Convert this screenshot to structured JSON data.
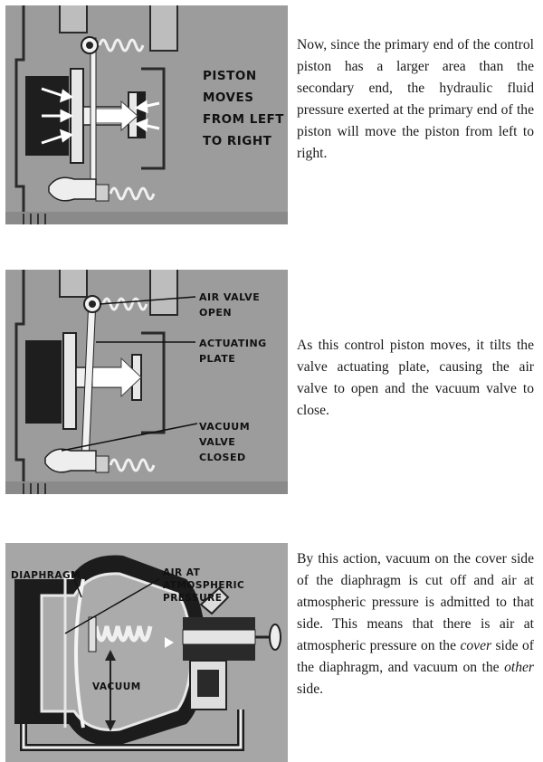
{
  "sections": [
    {
      "paragraph_before": "Now, since the primary end of the control piston has a larger area than the secondary end, the hydraulic fluid pressure exerted at the primary end of the piston will move the piston from left to right.",
      "labels": {
        "piston_moves": "PISTON\nMOVES\nFROM LEFT\nTO RIGHT"
      }
    },
    {
      "paragraph_before": "As this control piston moves, it tilts the valve actuating plate, causing the air valve to open and the vacuum valve to close.",
      "labels": {
        "air_valve_open": "AIR VALVE\nOPEN",
        "actuating_plate": "ACTUATING\nPLATE",
        "vacuum_valve_closed": "VACUUM\nVALVE\nCLOSED"
      }
    },
    {
      "paragraph_before": "By this action, vacuum on the cover side of the diaphragm is cut off and air at atmospheric pressure is admitted to that side. This means that there is air at atmospheric pressure on the ",
      "emphasis_cover": "cover",
      "paragraph_middle": " side of the diaphragm, and vacuum on the ",
      "emphasis_other": "other",
      "paragraph_after": " side.",
      "labels": {
        "diaphragm": "DIAPHRAGM",
        "air_at_atmospheric_pressure": "AIR AT\nATMOSPHERIC\nPRESSURE",
        "vacuum": "VACUUM"
      }
    }
  ],
  "colors": {
    "panel_bg": "#9a9a9a",
    "dark": "#1c1c1c",
    "light": "#e6e6e6",
    "mid": "#c8c8c8"
  }
}
